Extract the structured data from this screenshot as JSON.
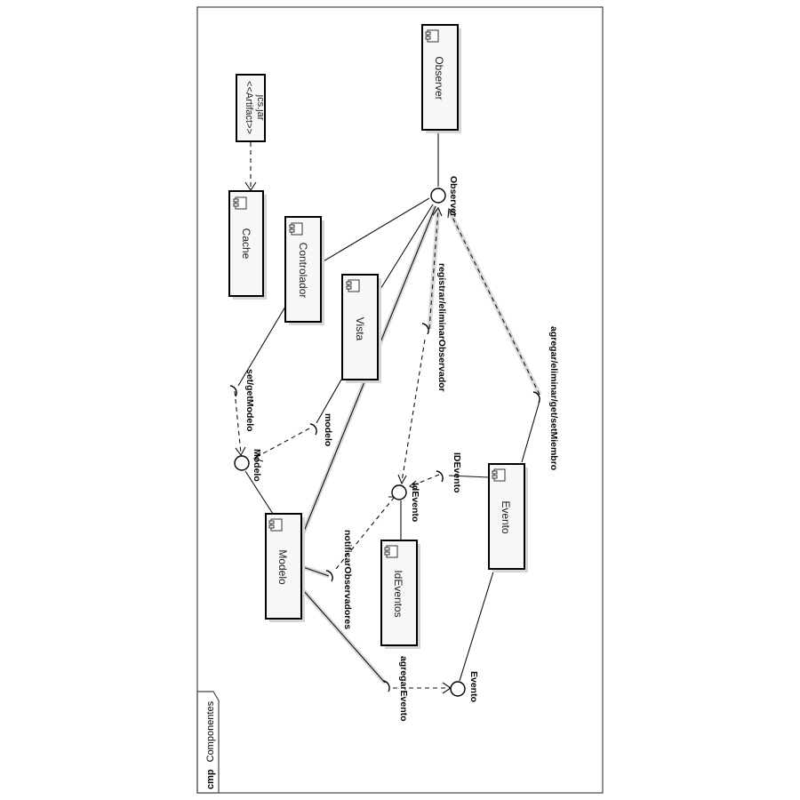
{
  "frame": {
    "keyword": "cmp",
    "name": "Componentes"
  },
  "components": {
    "observer": "Observer",
    "cache": "Cache",
    "controlador": "Controlador",
    "vista": "Vista",
    "modelo": "Modelo",
    "ideventos": "IdEventos",
    "evento": "Evento"
  },
  "artifact": {
    "stereotype": "<<Artifact>>",
    "name": "jcs.jar"
  },
  "interfaces": {
    "observer": "Observer",
    "modelo_provided": "Modelo",
    "idevento_provided": "IdEvento",
    "evento_provided": "Evento",
    "set_get_modelo": "set/getModelo",
    "modelo_required": "modelo",
    "registrar_eliminar_observador": "registrar/eliminarObservador",
    "agregar_eliminar_get_set_miembro": "agregar/eliminar/get/setMiembro",
    "idevento_required": "IDEvento",
    "notificar_observadores": "notificarObservadores",
    "agregar_evento": "agregarEvento"
  }
}
